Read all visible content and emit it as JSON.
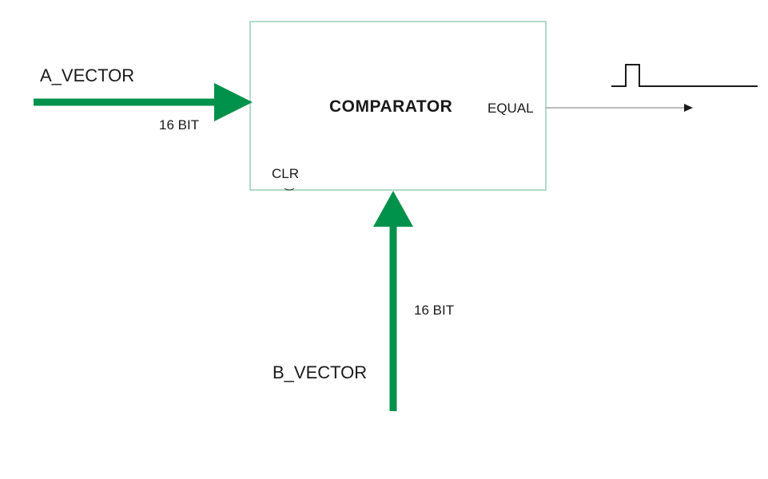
{
  "colors": {
    "bus": "#00914a",
    "block_border": "#7ec3a0",
    "line": "#1a1a1a",
    "output_line": "#777777"
  },
  "block": {
    "title": "COMPARATOR",
    "ports": {
      "clr": "CLR",
      "equal": "EQUAL"
    }
  },
  "inputs": {
    "a": {
      "name": "A_VECTOR",
      "width": "16 BIT"
    },
    "b": {
      "name": "B_VECTOR",
      "width": "16 BIT"
    }
  },
  "output": {
    "waveform": "pulse"
  }
}
